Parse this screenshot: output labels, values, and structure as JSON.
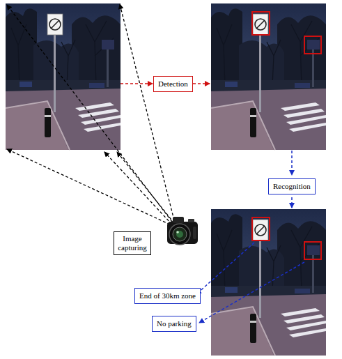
{
  "diagram": {
    "nodes": [
      {
        "text": [
          "Detection"
        ]
      },
      {
        "text": [
          "Recognition"
        ]
      },
      {
        "text": [
          "Image capturing"
        ]
      },
      {
        "text": [
          "End of 30km zone"
        ]
      },
      {
        "text": [
          "No parking"
        ]
      }
    ]
  }
}
